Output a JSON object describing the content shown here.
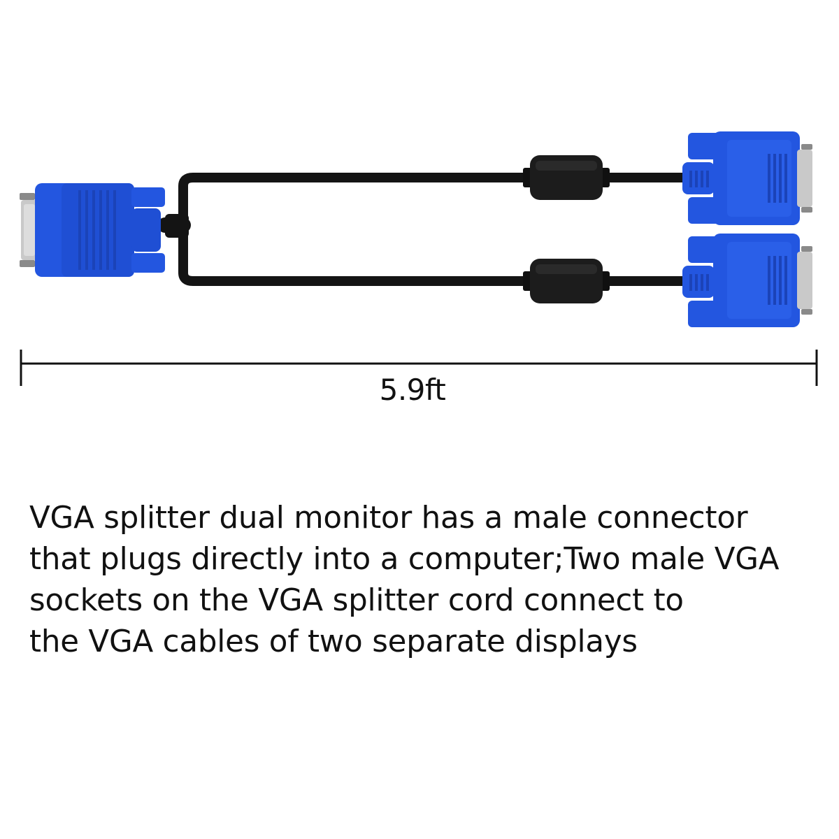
{
  "colors": {
    "connector_blue": "#2356e0",
    "connector_blue_dark": "#1b43b8",
    "cable_black": "#141414",
    "ferrite_black": "#1c1c1c",
    "metal": "#c9c9c9",
    "text": "#111111"
  },
  "dimension": {
    "length_label": "5.9ft"
  },
  "description": {
    "lines": [
      "VGA splitter dual monitor has a male connector",
      "that plugs directly into a computer;Two male VGA",
      "sockets on the VGA splitter cord connect to",
      "the VGA cables of two separate displays"
    ]
  }
}
